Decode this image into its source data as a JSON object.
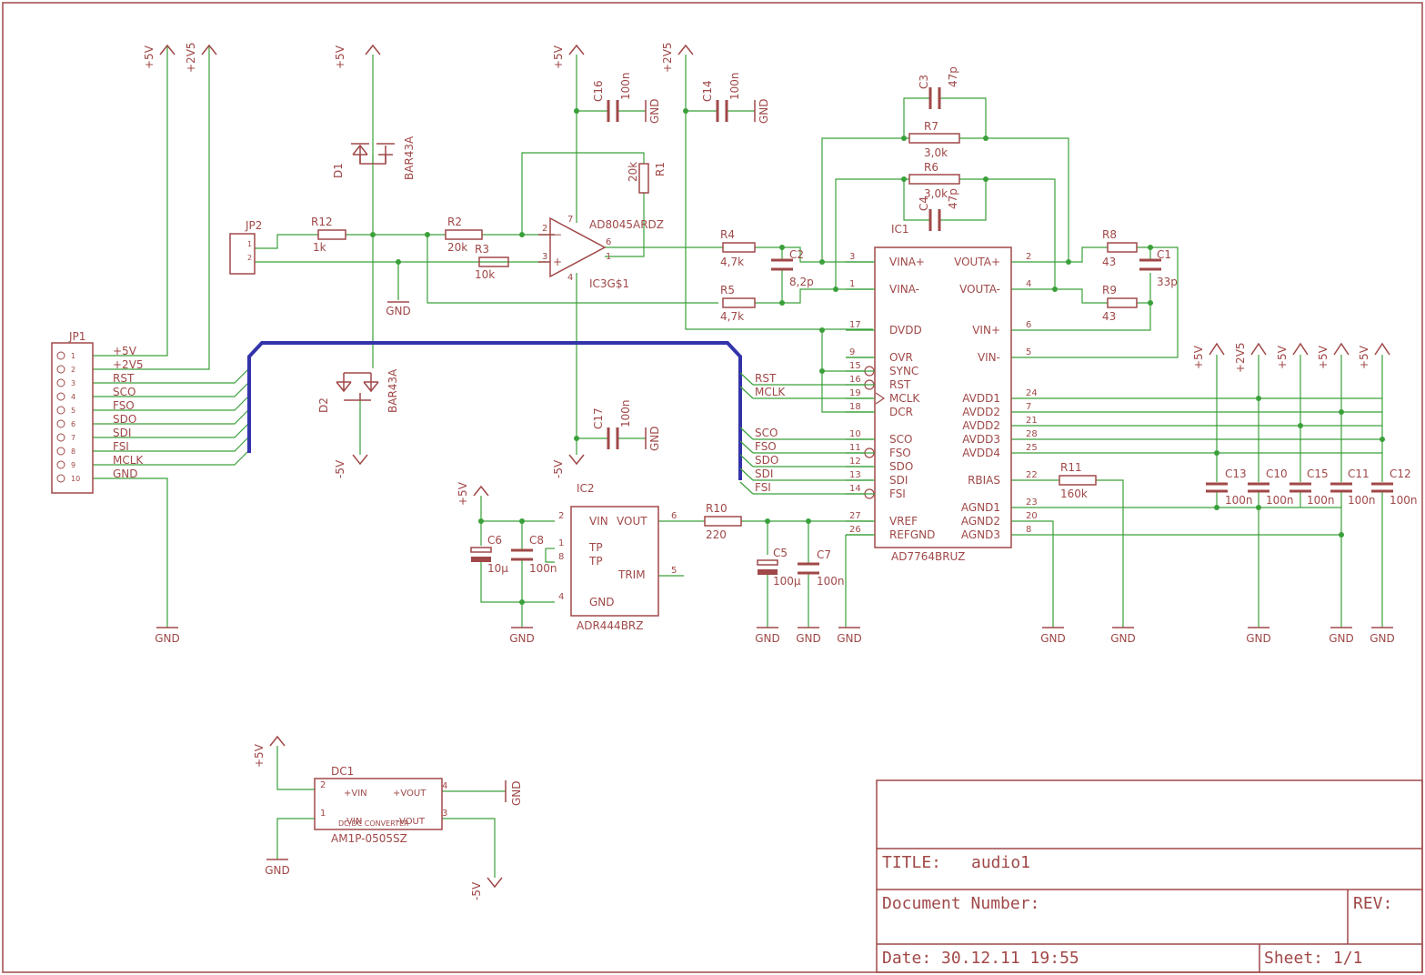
{
  "colors": {
    "wire": "#3aa03a",
    "part": "#a04848",
    "bus": "#3333aa",
    "frame": "#a04848"
  },
  "frame": {
    "title_label": "TITLE:",
    "title_value": "audio1",
    "doc_label": "Document Number:",
    "rev_label": "REV:",
    "date_label": "Date: 30.12.11 19:55",
    "sheet_label": "Sheet: 1/1"
  },
  "supplies": {
    "p5v": "+5V",
    "p2v5": "+2V5",
    "m5v": "-5V",
    "gnd": "GND"
  },
  "jp1": {
    "ref": "JP1",
    "pins": [
      "1",
      "2",
      "3",
      "4",
      "5",
      "6",
      "7",
      "8",
      "9",
      "10"
    ],
    "signals": [
      "+5V",
      "+2V5",
      "RST",
      "SCO",
      "FSO",
      "SDO",
      "SDI",
      "FSI",
      "MCLK",
      "GND"
    ]
  },
  "jp2": {
    "ref": "JP2",
    "pins": [
      "1",
      "2"
    ]
  },
  "diodes": {
    "d1": "D1",
    "d2": "D2",
    "part": "BAR43A"
  },
  "opamp": {
    "ref": "IC3G$1",
    "part": "AD8045ARDZ",
    "pins": [
      "2",
      "3",
      "6",
      "1",
      "7",
      "4"
    ]
  },
  "resistors": {
    "r12": {
      "ref": "R12",
      "val": "1k"
    },
    "r2": {
      "ref": "R2",
      "val": "20k"
    },
    "r3": {
      "ref": "R3",
      "val": "10k"
    },
    "r1": {
      "ref": "R1",
      "val": "20k"
    },
    "r4": {
      "ref": "R4",
      "val": "4,7k"
    },
    "r5": {
      "ref": "R5",
      "val": "4,7k"
    },
    "r7": {
      "ref": "R7",
      "val": "3,0k"
    },
    "r6": {
      "ref": "R6",
      "val": "3,0k"
    },
    "r8": {
      "ref": "R8",
      "val": "43"
    },
    "r9": {
      "ref": "R9",
      "val": "43"
    },
    "r10": {
      "ref": "R10",
      "val": "220"
    },
    "r11": {
      "ref": "R11",
      "val": "160k"
    }
  },
  "caps": {
    "c16": {
      "ref": "C16",
      "val": "100n"
    },
    "c14": {
      "ref": "C14",
      "val": "100n"
    },
    "c17": {
      "ref": "C17",
      "val": "100n"
    },
    "c3": {
      "ref": "C3",
      "val": "47p"
    },
    "c4": {
      "ref": "C4",
      "val": "47p"
    },
    "c2": {
      "ref": "C2",
      "val": "8,2p"
    },
    "c1": {
      "ref": "C1",
      "val": "33p"
    },
    "c6": {
      "ref": "C6",
      "val": "10µ"
    },
    "c8": {
      "ref": "C8",
      "val": "100n"
    },
    "c5": {
      "ref": "C5",
      "val": "100µ"
    },
    "c7": {
      "ref": "C7",
      "val": "100n"
    },
    "c13": {
      "ref": "C13",
      "val": "100n"
    },
    "c10": {
      "ref": "C10",
      "val": "100n"
    },
    "c15": {
      "ref": "C15",
      "val": "100n"
    },
    "c11": {
      "ref": "C11",
      "val": "100n"
    },
    "c12": {
      "ref": "C12",
      "val": "100n"
    }
  },
  "ic1": {
    "ref": "IC1",
    "part": "AD7764BRUZ",
    "left": [
      {
        "pin": "3",
        "name": "VINA+"
      },
      {
        "pin": "1",
        "name": "VINA-"
      },
      {
        "pin": "17",
        "name": "DVDD"
      },
      {
        "pin": "9",
        "name": "OVR"
      },
      {
        "pin": "15",
        "name": "SYNC"
      },
      {
        "pin": "16",
        "name": "RST"
      },
      {
        "pin": "19",
        "name": "MCLK"
      },
      {
        "pin": "18",
        "name": "DCR"
      },
      {
        "pin": "10",
        "name": "SCO"
      },
      {
        "pin": "11",
        "name": "FSO"
      },
      {
        "pin": "12",
        "name": "SDO"
      },
      {
        "pin": "13",
        "name": "SDI"
      },
      {
        "pin": "14",
        "name": "FSI"
      },
      {
        "pin": "27",
        "name": "VREF"
      },
      {
        "pin": "26",
        "name": "REFGND"
      }
    ],
    "right": [
      {
        "pin": "2",
        "name": "VOUTA+"
      },
      {
        "pin": "4",
        "name": "VOUTA-"
      },
      {
        "pin": "6",
        "name": "VIN+"
      },
      {
        "pin": "5",
        "name": "VIN-"
      },
      {
        "pin": "24",
        "name": "AVDD1"
      },
      {
        "pin": "7",
        "name": "AVDD2"
      },
      {
        "pin": "21",
        "name": "AVDD2"
      },
      {
        "pin": "28",
        "name": "AVDD3"
      },
      {
        "pin": "25",
        "name": "AVDD4"
      },
      {
        "pin": "22",
        "name": "RBIAS"
      },
      {
        "pin": "23",
        "name": "AGND1"
      },
      {
        "pin": "20",
        "name": "AGND2"
      },
      {
        "pin": "8",
        "name": "AGND3"
      }
    ]
  },
  "bus_labels": {
    "rst": "RST",
    "mclk": "MCLK",
    "sco": "SCO",
    "fso": "FSO",
    "sdo": "SDO",
    "sdi": "SDI",
    "fsi": "FSI"
  },
  "ic2": {
    "ref": "IC2",
    "part": "ADR444BRZ",
    "pins": [
      {
        "pin": "2",
        "name": "VIN"
      },
      {
        "pin": "1",
        "name": "TP"
      },
      {
        "pin": "8",
        "name": "TP"
      },
      {
        "pin": "4",
        "name": "GND"
      },
      {
        "pin": "6",
        "name": "VOUT"
      },
      {
        "pin": "5",
        "name": "TRIM"
      }
    ]
  },
  "dc1": {
    "ref": "DC1",
    "part": "AM1P-0505SZ",
    "subtitle": "DC/DC CONVERTER",
    "pins": [
      {
        "pin": "2",
        "name": "+VIN"
      },
      {
        "pin": "1",
        "name": "-VIN"
      },
      {
        "pin": "4",
        "name": "+VOUT"
      },
      {
        "pin": "3",
        "name": "-VOUT"
      }
    ]
  }
}
